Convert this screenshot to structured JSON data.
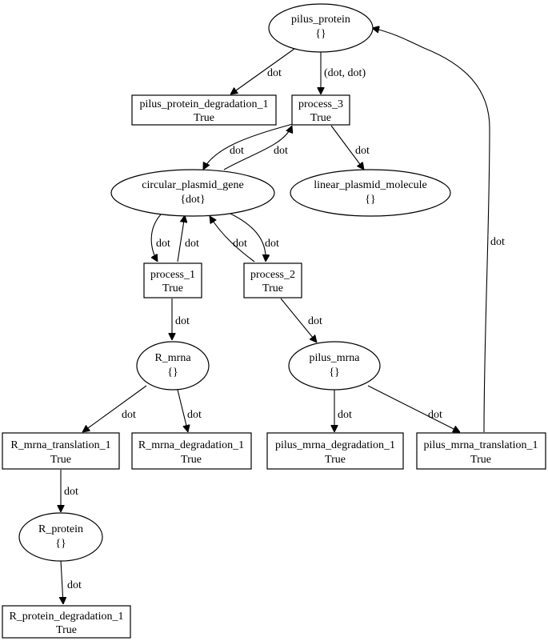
{
  "nodes": {
    "pilus_protein": {
      "label": "pilus_protein",
      "value": "{}"
    },
    "pilus_protein_degradation_1": {
      "label": "pilus_protein_degradation_1",
      "value": "True"
    },
    "process_3": {
      "label": "process_3",
      "value": "True"
    },
    "circular_plasmid_gene": {
      "label": "circular_plasmid_gene",
      "value": "{dot}"
    },
    "linear_plasmid_molecule": {
      "label": "linear_plasmid_molecule",
      "value": "{}"
    },
    "process_1": {
      "label": "process_1",
      "value": "True"
    },
    "process_2": {
      "label": "process_2",
      "value": "True"
    },
    "R_mrna": {
      "label": "R_mrna",
      "value": "{}"
    },
    "pilus_mrna": {
      "label": "pilus_mrna",
      "value": "{}"
    },
    "R_mrna_translation_1": {
      "label": "R_mrna_translation_1",
      "value": "True"
    },
    "R_mrna_degradation_1": {
      "label": "R_mrna_degradation_1",
      "value": "True"
    },
    "pilus_mrna_degradation_1": {
      "label": "pilus_mrna_degradation_1",
      "value": "True"
    },
    "pilus_mrna_translation_1": {
      "label": "pilus_mrna_translation_1",
      "value": "True"
    },
    "R_protein": {
      "label": "R_protein",
      "value": "{}"
    },
    "R_protein_degradation_1": {
      "label": "R_protein_degradation_1",
      "value": "True"
    }
  },
  "edges": {
    "pp_to_ppdeg": "dot",
    "pp_to_p3": "(dot, dot)",
    "p3_to_cpg": "dot",
    "cpg_to_p3": "dot",
    "p3_to_lpm": "dot",
    "cpg_to_p1": "dot",
    "p1_to_cpg": "dot",
    "p2_to_cpg": "dot",
    "cpg_to_p2": "dot",
    "p1_to_rmrna": "dot",
    "p2_to_pmrna": "dot",
    "pmt_to_pp": "dot",
    "rmrna_to_rmt": "dot",
    "rmrna_to_rmdeg": "dot",
    "pmrna_to_pmdeg": "dot",
    "pmrna_to_pmt": "dot",
    "rmt_to_rprot": "dot",
    "rprot_to_rpdeg": "dot"
  }
}
